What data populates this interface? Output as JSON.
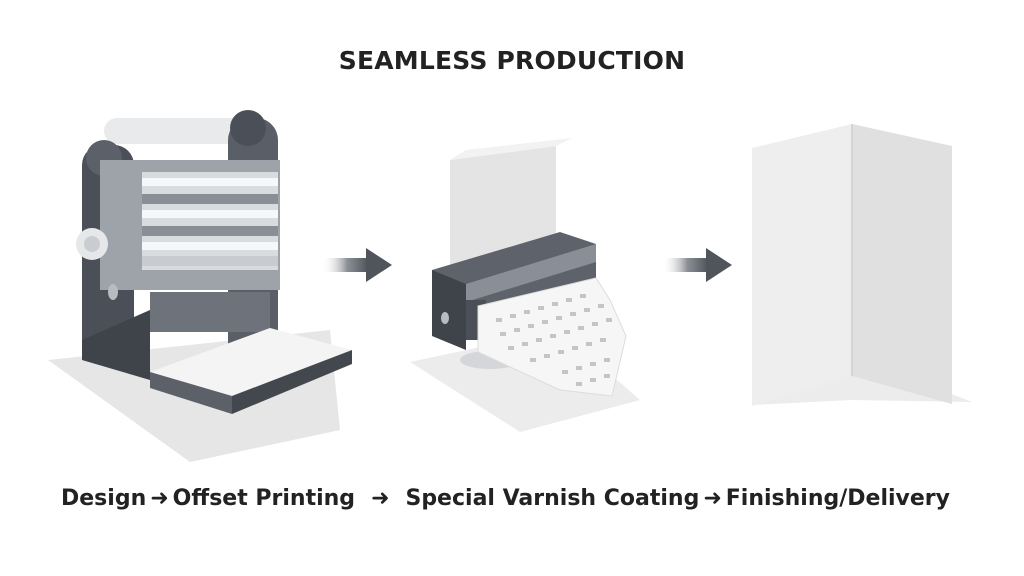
{
  "title": "SEAMLESS PRODUCTION",
  "steps": [
    "Design",
    "Offset Printing",
    "Special Varnish Coating",
    "Finishing/Delivery"
  ],
  "separator": "➜",
  "colors": {
    "machine_dark": "#4b5058",
    "machine_mid": "#8a8f97",
    "machine_light": "#dfe1e4",
    "paper": "#f1f1f1",
    "shadow": "#e4e4e4",
    "arrow": "#555a61"
  },
  "icons": [
    "printing-press-icon",
    "varnish-coater-icon",
    "folded-sheet-icon",
    "flow-arrow-icon"
  ]
}
